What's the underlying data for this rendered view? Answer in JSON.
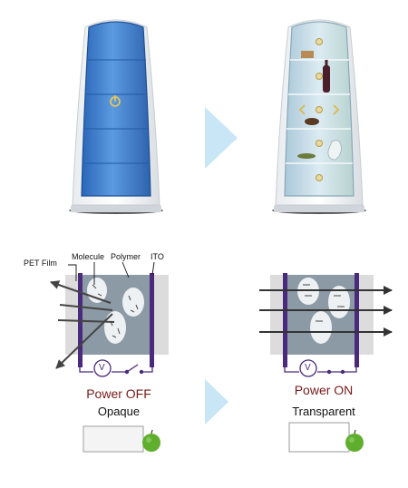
{
  "labels": {
    "pet_film": "PET Film",
    "molecule": "Molecule",
    "polymer": "Polymer",
    "ito": "ITO",
    "voltage_symbol": "V"
  },
  "states": {
    "off": {
      "power": "Power OFF",
      "mode": "Opaque"
    },
    "on": {
      "power": "Power ON",
      "mode": "Transparent"
    }
  },
  "colors": {
    "cabinet_blue": "#3a7fd1",
    "cabinet_glass": "#c7dce8",
    "polymer_gray": "#8c9aa6",
    "ito_purple": "#4a2a7a",
    "pet_gray": "#dcdcdc",
    "state_red": "#7a1a1a",
    "arrow_blue": "#c9e6f6",
    "apple_green": "#5fae2e"
  },
  "icons": [
    "power-icon",
    "arrow-right-icon",
    "apple-icon",
    "voltmeter-icon"
  ]
}
